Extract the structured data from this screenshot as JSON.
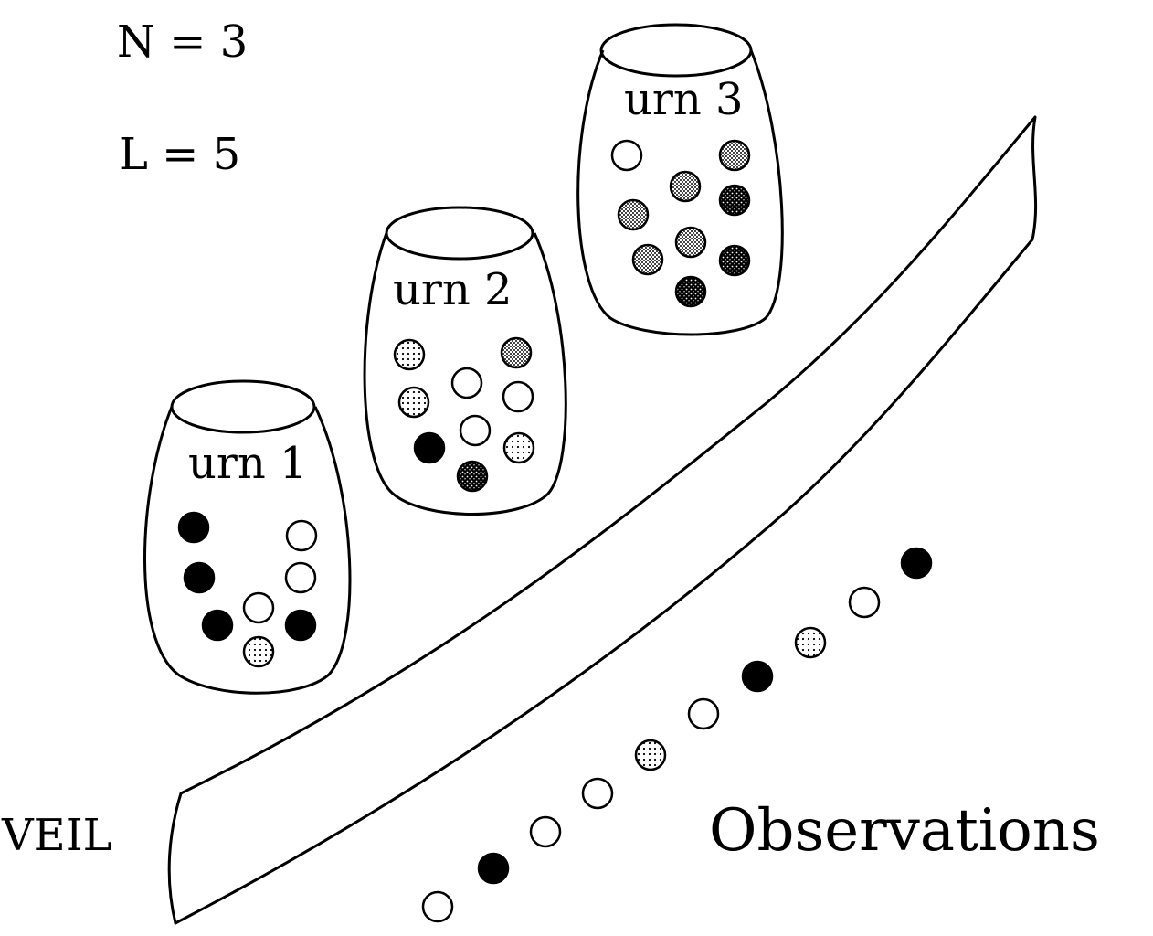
{
  "params": {
    "n": "N = 3",
    "l": "L = 5"
  },
  "urns": [
    {
      "label": "urn 1",
      "balls": [
        "black",
        "black",
        "black",
        "white",
        "white",
        "white",
        "black",
        "dotted"
      ]
    },
    {
      "label": "urn 2",
      "balls": [
        "dotted",
        "dotted",
        "white",
        "white",
        "checkered",
        "white",
        "black",
        "dotted",
        "black-speckled"
      ]
    },
    {
      "label": "urn 3",
      "balls": [
        "white",
        "checkered",
        "checkered",
        "black-speckled",
        "checkered",
        "checkered",
        "checkered",
        "black-speckled",
        "black-speckled"
      ]
    }
  ],
  "veil_label": "VEIL",
  "observations_label": "Observations",
  "observations": [
    "white",
    "black",
    "white",
    "white",
    "dotted",
    "white",
    "black",
    "dotted",
    "white",
    "black"
  ],
  "colors": {
    "ink": "#000000",
    "paper": "#ffffff"
  }
}
